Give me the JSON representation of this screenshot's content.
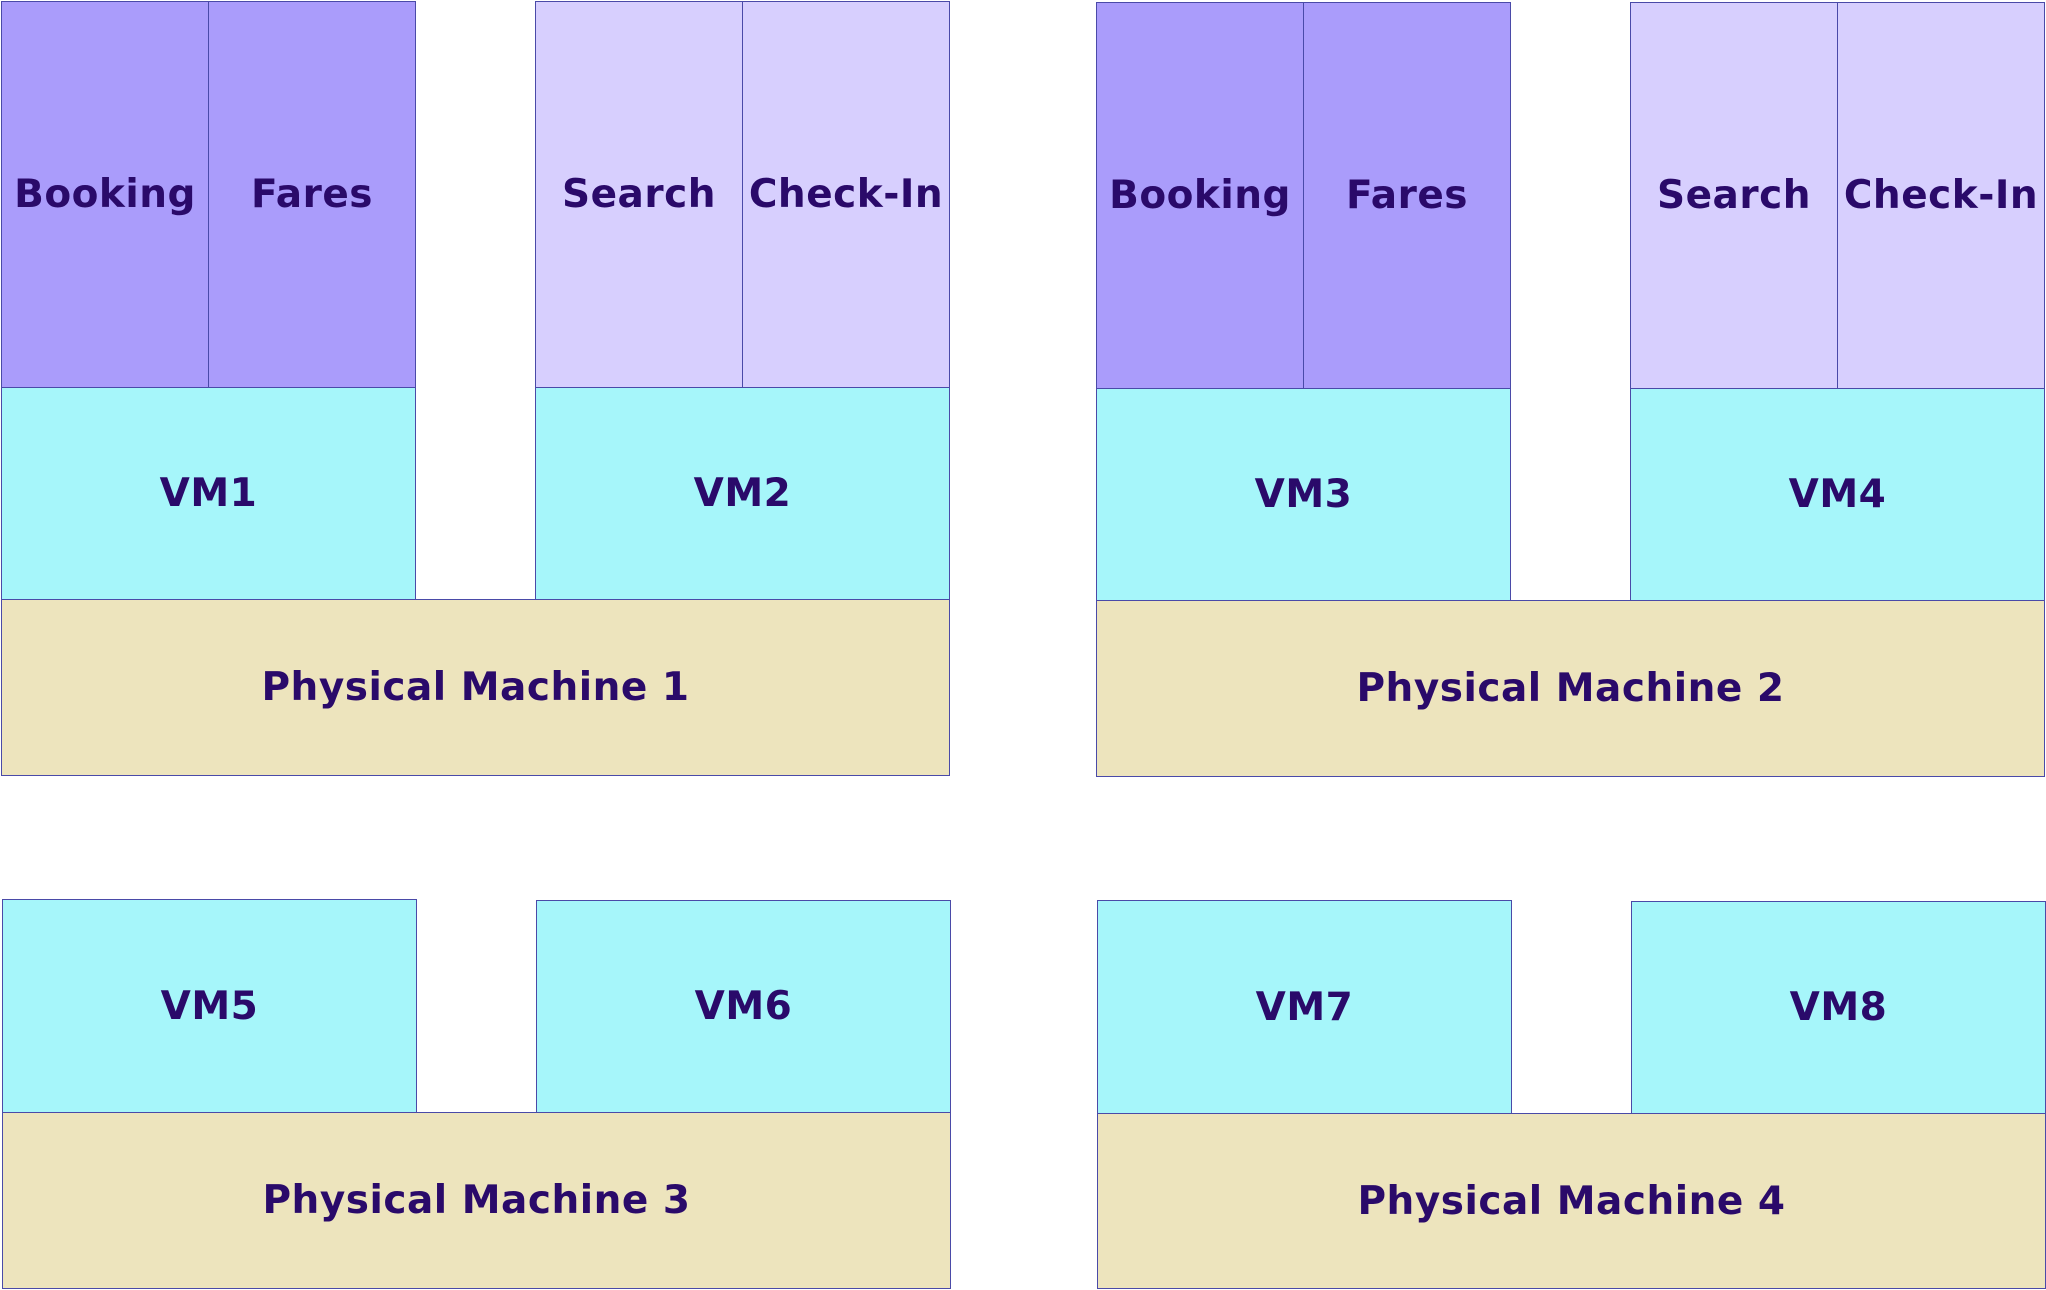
{
  "colors": {
    "physical_machine": "#ede4bd",
    "vm": "#a6f6fa",
    "service_dark": "#aa9cfb",
    "service_light": "#d7cffe",
    "text": "#2a0a6a",
    "border": "#4a4aa8"
  },
  "pm1": {
    "label": "Physical Machine 1",
    "vm_left": {
      "label": "VM1",
      "services": [
        "Booking",
        "Fares"
      ]
    },
    "vm_right": {
      "label": "VM2",
      "services": [
        "Search",
        "Check-In"
      ]
    }
  },
  "pm2": {
    "label": "Physical Machine 2",
    "vm_left": {
      "label": "VM3",
      "services": [
        "Booking",
        "Fares"
      ]
    },
    "vm_right": {
      "label": "VM4",
      "services": [
        "Search",
        "Check-In"
      ]
    }
  },
  "pm3": {
    "label": "Physical Machine 3",
    "vm_left": {
      "label": "VM5"
    },
    "vm_right": {
      "label": "VM6"
    }
  },
  "pm4": {
    "label": "Physical Machine 4",
    "vm_left": {
      "label": "VM7"
    },
    "vm_right": {
      "label": "VM8"
    }
  }
}
